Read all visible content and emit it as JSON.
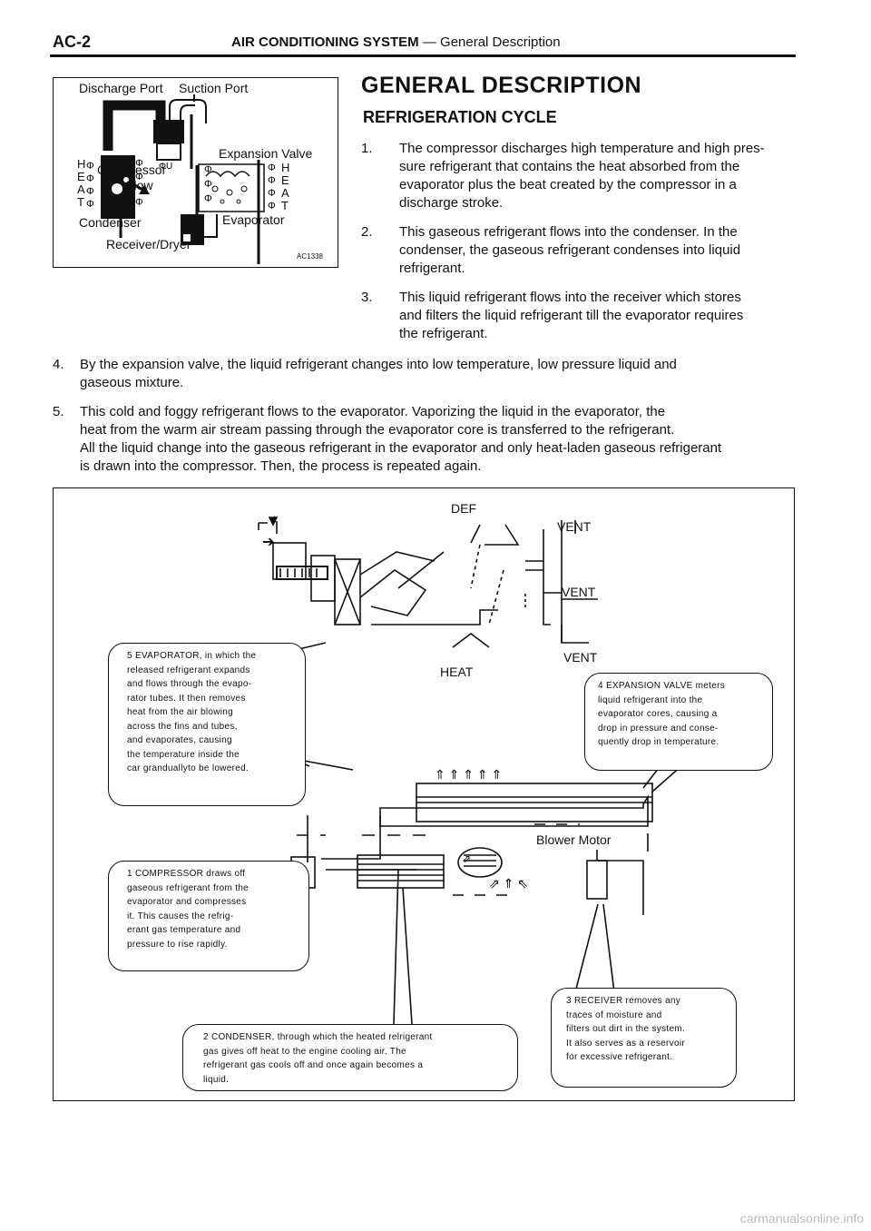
{
  "header": {
    "page_code": "AC-2",
    "section_bold": "AIR CONDITIONING SYSTEM",
    "section_rest": " — General Description"
  },
  "figure1": {
    "labels": {
      "discharge_port": "Discharge Port",
      "suction_port": "Suction Port",
      "expansion_valve": "Expansion Valve",
      "compressor": "Compressor",
      "flow": "Flow",
      "condenser": "Condenser",
      "evaporator": "Evaporator",
      "receiver_dryer": "Receiver/Dryer",
      "code": "AC1338",
      "heat_letters_left": [
        "H",
        "E",
        "A",
        "T"
      ],
      "heat_letters_right": [
        "H",
        "E",
        "A",
        "T"
      ]
    }
  },
  "body": {
    "title": "GENERAL DESCRIPTION",
    "subtitle": "REFRIGERATION CYCLE",
    "items": [
      {
        "num": "1.",
        "lines": [
          "The compressor discharges high temperature and high pres-",
          "sure refrigerant that contains the heat absorbed from the",
          "evaporator plus the beat created by the compressor in a",
          "discharge stroke."
        ]
      },
      {
        "num": "2.",
        "lines": [
          "This gaseous refrigerant flows into the condenser. In the",
          "condenser, the gaseous refrigerant condenses into liquid",
          "refrigerant."
        ]
      },
      {
        "num": "3.",
        "lines": [
          "This liquid refrigerant flows into the receiver which stores",
          "and filters the liquid refrigerant till the evaporator requires",
          "the refrigerant."
        ]
      },
      {
        "num": "4.",
        "lines": [
          "By the expansion valve, the liquid refrigerant changes into low temperature, low pressure liquid and",
          "gaseous mixture."
        ]
      },
      {
        "num": "5.",
        "lines": [
          "This cold and foggy refrigerant flows to the evaporator. Vaporizing the liquid in the evaporator, the",
          "heat from the warm air stream passing through the evaporator core is transferred to the refrigerant.",
          "All the liquid change into the gaseous refrigerant in the evaporator and only heat-laden gaseous refrigerant",
          "is drawn into the compressor. Then, the process is repeated again."
        ]
      }
    ]
  },
  "figure2": {
    "labels": {
      "def": "DEF",
      "vent1": "VENT",
      "vent2": "VENT",
      "vent3": "VENT",
      "heat": "HEAT",
      "blower_motor": "Blower Motor"
    },
    "callouts": {
      "evaporator": [
        "5 EVAPORATOR, in which the",
        "released refrigerant expands",
        "and flows through the evapo-",
        "rator tubes. It then removes",
        "heat from the air blowing",
        "across the fins and tubes,",
        "and evaporates, causing",
        "the temperature inside the",
        "car granduallyto be lowered."
      ],
      "expansion_valve": [
        "4 EXPANSION VALVE meters",
        "liquid refrigerant into the",
        "evaporator cores, causing a",
        "drop in pressure and conse-",
        "quently drop in temperature."
      ],
      "compressor": [
        "1 COMPRESSOR draws off",
        "gaseous refrigerant from the",
        "evaporator and compresses",
        "it.   This causes the refrig-",
        "erant gas temperature and",
        "pressure to rise rapidly."
      ],
      "receiver": [
        "3 RECEIVER removes any",
        "traces of moisture and",
        "filters out dirt in the system.",
        "It also serves as a reservoir",
        "for excessive refrigerant."
      ],
      "condenser": [
        "2 CONDENSER, through which the heated relrigerant",
        "gas gives off heat to the engine cooling air.   The",
        "refrigerant gas cools off and once again becomes a",
        "liquid."
      ]
    }
  },
  "footer": {
    "watermark": "carmanualsonline.info"
  }
}
